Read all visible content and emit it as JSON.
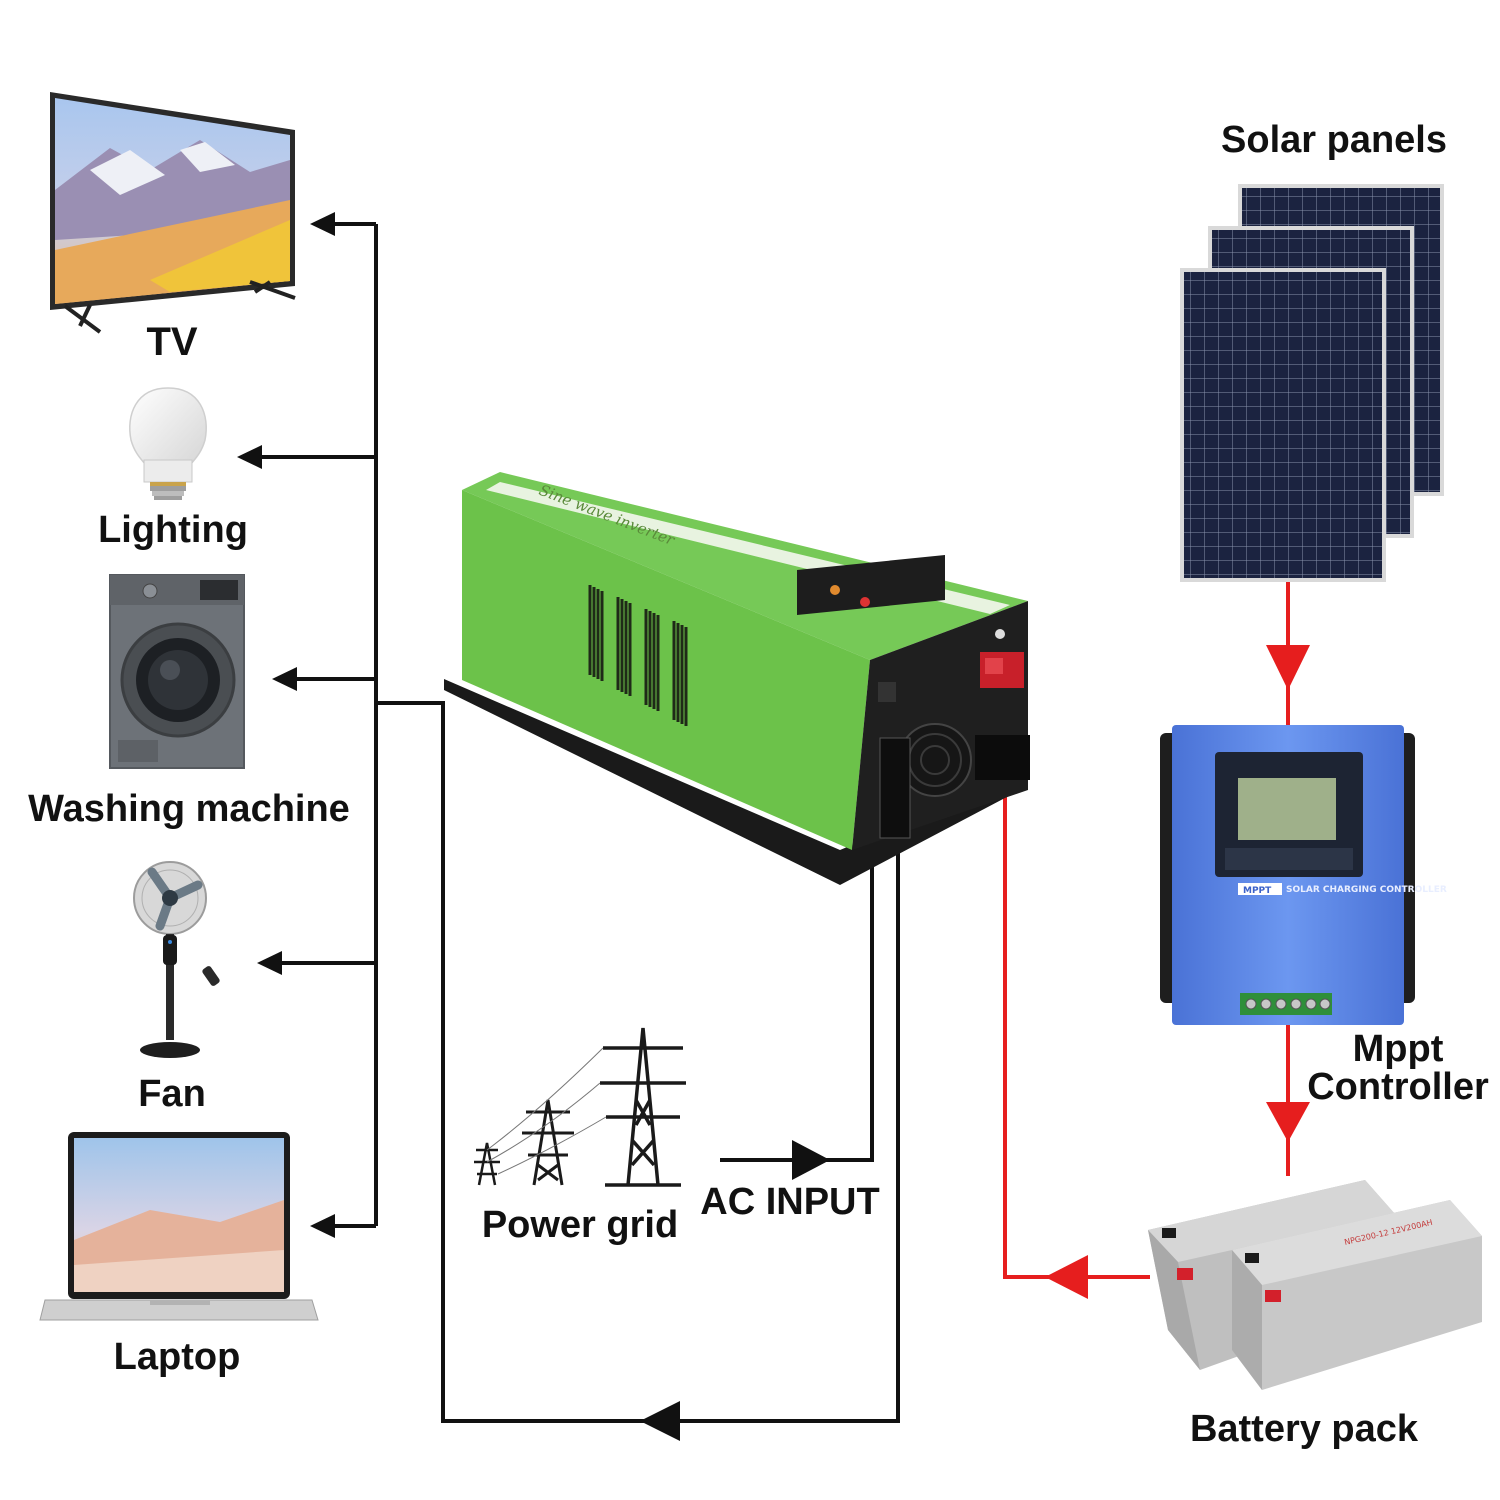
{
  "labels": {
    "tv": "TV",
    "lighting": "Lighting",
    "washing_machine": "Washing machine",
    "fan": "Fan",
    "laptop": "Laptop",
    "solar_panels": "Solar panels",
    "mppt_line1": "Mppt",
    "mppt_line2": "Controller",
    "battery_pack": "Battery pack",
    "power_grid": "Power grid",
    "ac_input": "AC INPUT"
  },
  "device_text": {
    "inverter_side": "Sine wave inverter",
    "mppt_badge": "MPPT",
    "mppt_caption": "SOLAR CHARGING CONTROLLER",
    "battery_model": "NPG200-12 12V200AH"
  },
  "colors": {
    "ac_wire": "#111111",
    "dc_wire": "#e61e1e",
    "inverter_body": "#6cc24a",
    "controller_body": "#5b86e5",
    "solar_cell": "#1b2340",
    "battery_case": "#c9c9c9"
  },
  "icons": {
    "tv": "tv-icon",
    "lighting": "light-bulb-icon",
    "washing_machine": "washing-machine-icon",
    "fan": "standing-fan-icon",
    "laptop": "laptop-icon",
    "solar": "solar-panel-icon",
    "inverter": "inverter-icon",
    "controller": "mppt-controller-icon",
    "battery": "battery-icon",
    "grid": "power-tower-icon"
  }
}
